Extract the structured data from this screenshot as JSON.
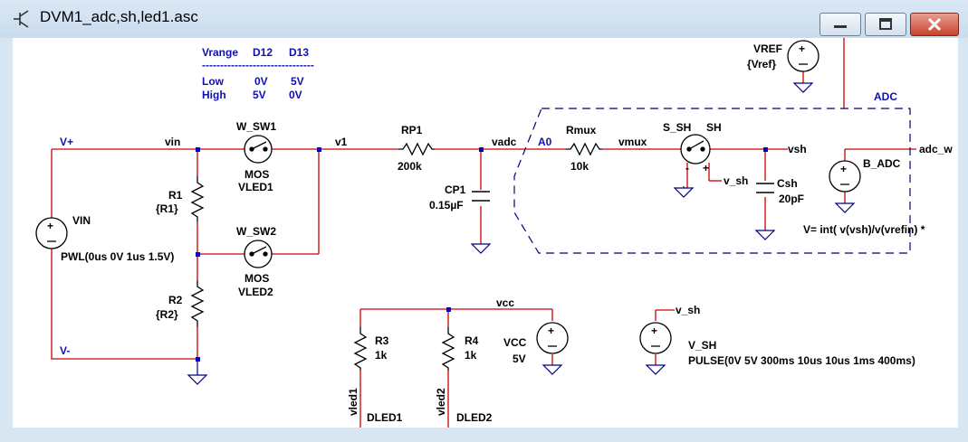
{
  "window": {
    "title": "DVM1_adc,sh,led1.asc",
    "buttons": {
      "minimize": "minimize",
      "maximize": "maximize",
      "close": "close"
    }
  },
  "table": {
    "headers": [
      "Vrange",
      "D12",
      "D13"
    ],
    "divider": "-------------------------------",
    "rows": [
      [
        "Low",
        "0V",
        "5V"
      ],
      [
        "High",
        "5V",
        "0V"
      ]
    ]
  },
  "nets": {
    "vplus": "V+",
    "vminus": "V-",
    "vin": "vin",
    "v1": "v1",
    "vadc": "vadc",
    "a0": "A0",
    "vmux": "vmux",
    "vsh": "vsh",
    "v_sh": "v_sh",
    "v_sh2": "v_sh",
    "vcc": "vcc",
    "vled1": "vled1",
    "vled2": "vled2",
    "adc_w": "adc_w",
    "adc": "ADC"
  },
  "components": {
    "vin": {
      "name": "VIN",
      "value": "PWL(0us 0V 1us 1.5V)"
    },
    "r1": {
      "name": "R1",
      "value": "{R1}"
    },
    "r2": {
      "name": "R2",
      "value": "{R2}"
    },
    "sw1": {
      "name": "W_SW1",
      "type": "MOS",
      "ctrl": "VLED1"
    },
    "sw2": {
      "name": "W_SW2",
      "type": "MOS",
      "ctrl": "VLED2"
    },
    "rp1": {
      "name": "RP1",
      "value": "200k"
    },
    "cp1": {
      "name": "CP1",
      "value": "0.15µF"
    },
    "rmux": {
      "name": "Rmux",
      "value": "10k"
    },
    "s_sh": {
      "name": "S_SH",
      "type": "SH"
    },
    "csh": {
      "name": "Csh",
      "value": "20pF"
    },
    "vref": {
      "name": "VREF",
      "value": "{Vref}"
    },
    "b_adc": {
      "name": "B_ADC",
      "expr": "V=  int(   v(vsh)/v(vrefin) *"
    },
    "r3": {
      "name": "R3",
      "value": "1k"
    },
    "r4": {
      "name": "R4",
      "value": "1k"
    },
    "vcc": {
      "name": "VCC",
      "value": "5V"
    },
    "v_sh": {
      "name": "V_SH",
      "value": "PULSE(0V 5V 300ms 10us 10us 1ms 400ms)"
    },
    "dled1": {
      "name": "DLED1"
    },
    "dled2": {
      "name": "DLED2"
    }
  },
  "colors": {
    "wire": "#cc0000",
    "text": "#000000",
    "label_blue": "#0000c0",
    "junction": "#0000cc",
    "ground": "#0000aa"
  }
}
